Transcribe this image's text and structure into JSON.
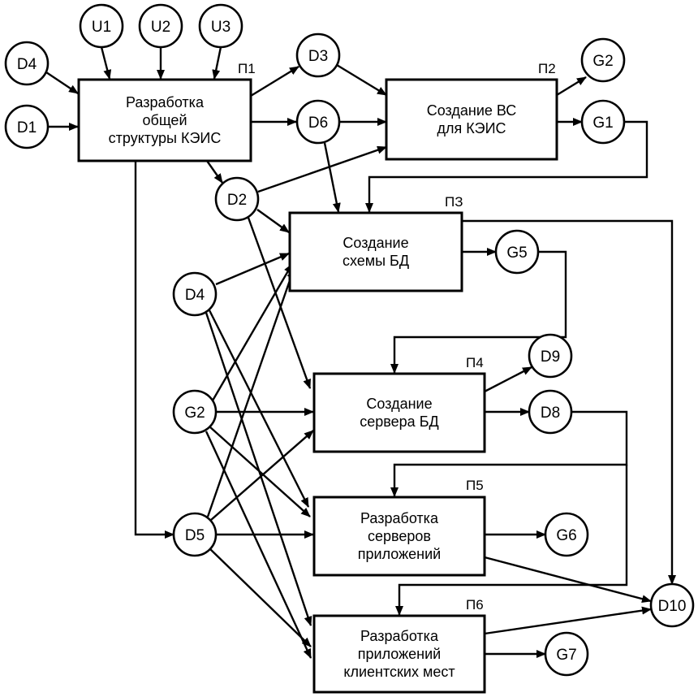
{
  "processes": [
    {
      "key": "p1",
      "id": "П1",
      "lines": [
        "Разработка",
        "общей",
        "структуры КЭИС"
      ]
    },
    {
      "key": "p2",
      "id": "П2",
      "lines": [
        "Создание ВС",
        "для  КЭИС"
      ]
    },
    {
      "key": "p3",
      "id": "ПЗ",
      "lines": [
        "Создание",
        "схемы БД"
      ]
    },
    {
      "key": "p4",
      "id": "П4",
      "lines": [
        "Создание",
        "сервера БД"
      ]
    },
    {
      "key": "p5",
      "id": "П5",
      "lines": [
        "Разработка",
        "серверов",
        "приложений"
      ]
    },
    {
      "key": "p6",
      "id": "П6",
      "lines": [
        "Разработка",
        "приложений",
        "клиентских   мест"
      ]
    }
  ],
  "nodes": [
    {
      "key": "u1",
      "label": "U1"
    },
    {
      "key": "u2",
      "label": "U2"
    },
    {
      "key": "u3",
      "label": "U3"
    },
    {
      "key": "d4a",
      "label": "D4"
    },
    {
      "key": "d1",
      "label": "D1"
    },
    {
      "key": "d3",
      "label": "D3"
    },
    {
      "key": "d6",
      "label": "D6"
    },
    {
      "key": "g2top",
      "label": "G2"
    },
    {
      "key": "g1",
      "label": "G1"
    },
    {
      "key": "d2",
      "label": "D2"
    },
    {
      "key": "g5",
      "label": "G5"
    },
    {
      "key": "d4b",
      "label": "D4"
    },
    {
      "key": "d9",
      "label": "D9"
    },
    {
      "key": "g2mid",
      "label": "G2"
    },
    {
      "key": "d8",
      "label": "D8"
    },
    {
      "key": "d5",
      "label": "D5"
    },
    {
      "key": "g6",
      "label": "G6"
    },
    {
      "key": "d10",
      "label": "D10"
    },
    {
      "key": "g7",
      "label": "G7"
    }
  ]
}
